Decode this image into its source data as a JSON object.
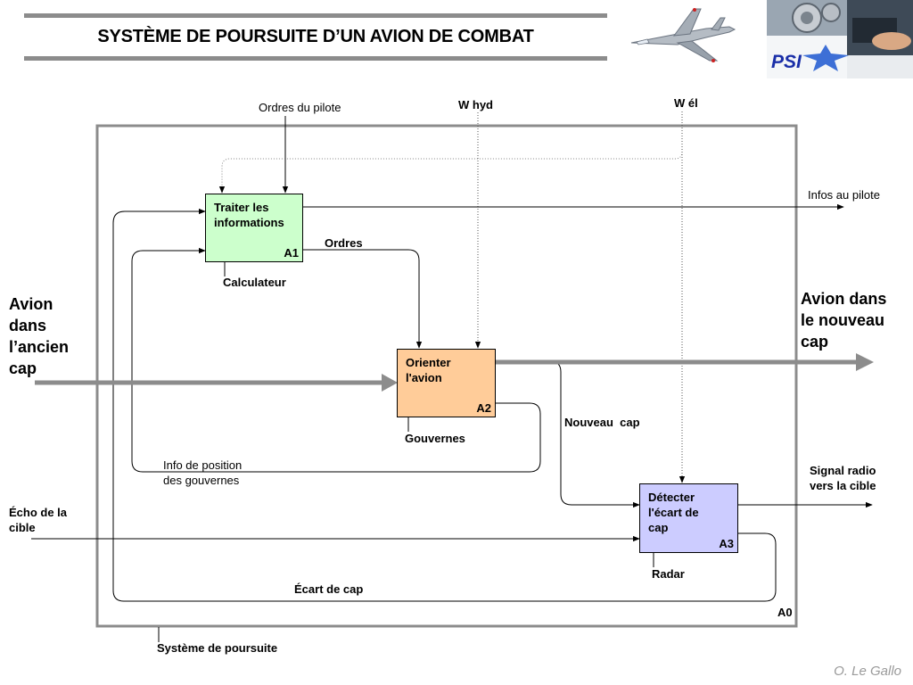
{
  "header": {
    "title": "SYSTÈME DE POURSUITE D’UN AVION DE COMBAT"
  },
  "logo": {
    "text": "PSI",
    "icon": "star-icon"
  },
  "boxes": [
    {
      "id": "A1",
      "label": "Traiter les\ninformations",
      "color": "#ccffcc"
    },
    {
      "id": "A2",
      "label": "Orienter\nl'avion",
      "color": "#ffcc99"
    },
    {
      "id": "A3",
      "label": "Détecter\nl'écart de\ncap",
      "color": "#ccccff"
    }
  ],
  "context_id": "A0",
  "controls": {
    "ordres_pilote": "Ordres du pilote",
    "w_hyd": "W hyd",
    "w_el": "W él"
  },
  "inputs": {
    "avion_ancien": "Avion\ndans\nl’ancien\ncap",
    "echo": "Écho de la\ncible"
  },
  "outputs": {
    "infos_pilote": "Infos au pilote",
    "avion_nouveau": "Avion dans\nle nouveau\ncap",
    "signal_radio": "Signal radio\nvers la cible"
  },
  "internal": {
    "ordres": "Ordres",
    "nouveau_cap": "Nouveau  cap",
    "info_position": "Info de position\ndes gouvernes",
    "ecart_cap": "Écart de cap"
  },
  "mechanisms": {
    "calculateur": "Calculateur",
    "gouvernes": "Gouvernes",
    "radar": "Radar",
    "systeme": "Système de poursuite"
  },
  "author": "O. Le Gallo"
}
